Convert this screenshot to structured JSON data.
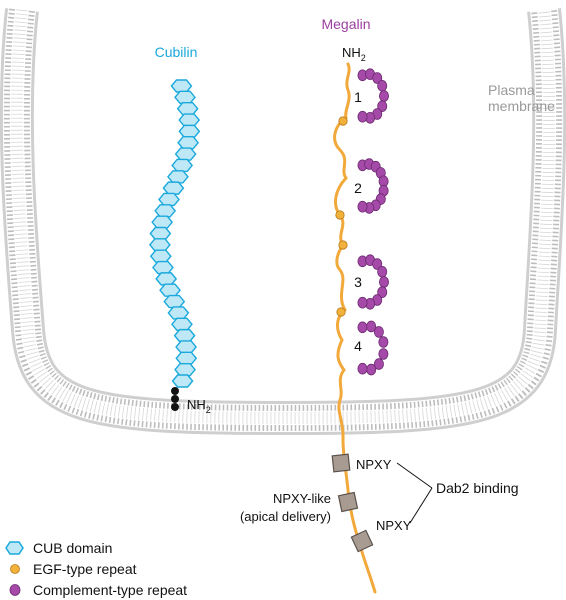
{
  "labels": {
    "cubilin": "Cubilin",
    "megalin": "Megalin",
    "nh2_megalin": "NH",
    "nh2_cubilin": "NH",
    "nh2_sub": "2",
    "plasma_membrane_line1": "Plasma",
    "plasma_membrane_line2": "membrane",
    "repeat_1": "1",
    "repeat_2": "2",
    "repeat_3": "3",
    "repeat_4": "4",
    "npxy_top": "NPXY",
    "npxy_like_line1": "NPXY-like",
    "npxy_like_line2": "(apical delivery)",
    "npxy_bottom": "NPXY",
    "dab2_binding": "Dab2 binding"
  },
  "legend": [
    {
      "symbol": "cub-domain-icon",
      "label": "CUB domain"
    },
    {
      "symbol": "egf-repeat-icon",
      "label": "EGF-type repeat"
    },
    {
      "symbol": "complement-repeat-icon",
      "label": "Complement-type repeat"
    }
  ],
  "colors": {
    "cubilin_blue": "#1aa9dc",
    "cub_fill": "#bfe8f7",
    "megalin_purple": "#9b3fa0",
    "complement_fill": "#a54aa8",
    "egf_fill": "#f1b13a",
    "chain_orange": "#f2a93b",
    "membrane_gray": "#bdbdbd",
    "membrane_label": "#9a9a9a",
    "npxy_box": "#a89c92"
  }
}
